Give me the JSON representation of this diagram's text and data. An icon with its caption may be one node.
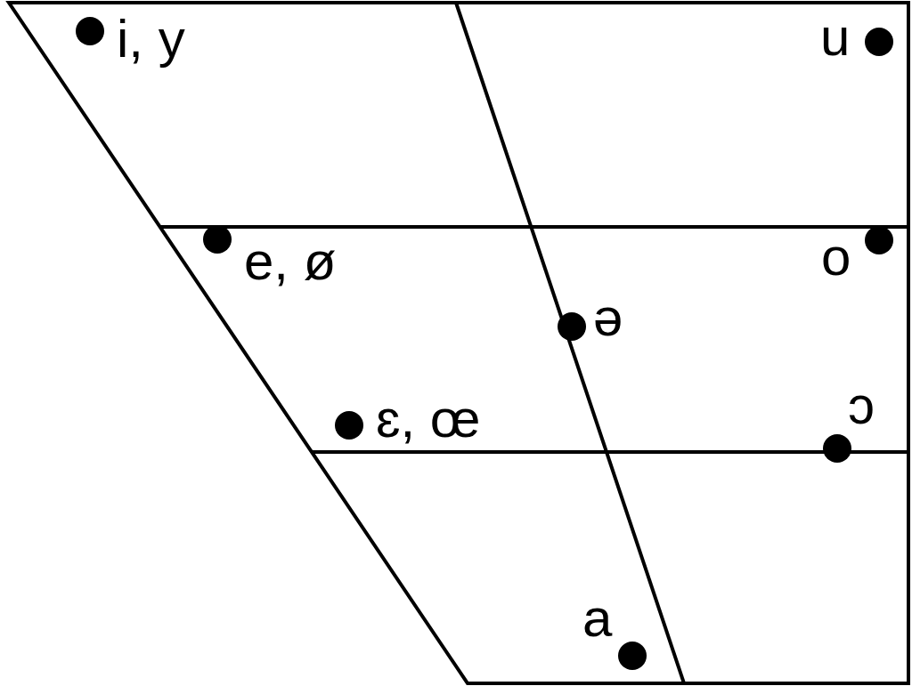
{
  "diagram": {
    "labels": [
      "i, y",
      "u",
      "e, ø",
      "o",
      "ə",
      "ɛ, œ",
      "ɔ",
      "a"
    ]
  }
}
